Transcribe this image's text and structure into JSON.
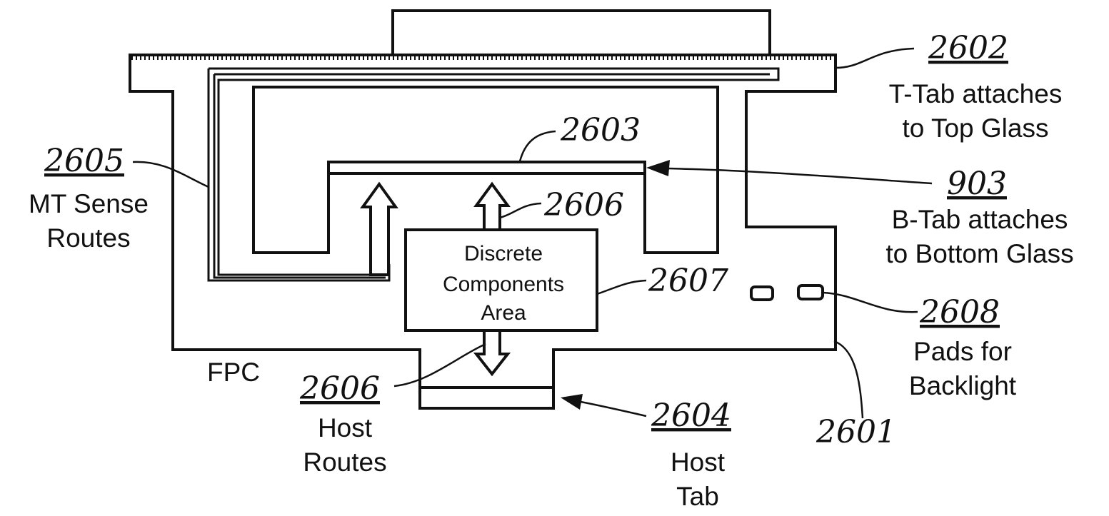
{
  "refs": {
    "r2602": "2602",
    "r2603": "2603",
    "r2605": "2605",
    "r2606a": "2606",
    "r903": "903",
    "r2607": "2607",
    "r2608": "2608",
    "r2606b": "2606",
    "r2604": "2604",
    "r2601": "2601"
  },
  "labels": {
    "t_tab_line1": "T-Tab attaches",
    "t_tab_line2": "to Top Glass",
    "b_tab_line1": "B-Tab attaches",
    "b_tab_line2": "to Bottom Glass",
    "mt_line1": "MT Sense",
    "mt_line2": "Routes",
    "discrete_line1": "Discrete",
    "discrete_line2": "Components",
    "discrete_line3": "Area",
    "pads_line1": "Pads for",
    "pads_line2": "Backlight",
    "fpc": "FPC",
    "host_routes_line1": "Host",
    "host_routes_line2": "Routes",
    "host_tab_line1": "Host",
    "host_tab_line2": "Tab"
  }
}
